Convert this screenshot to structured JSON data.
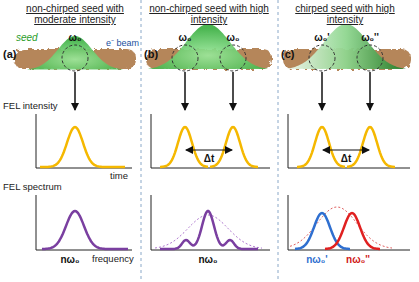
{
  "diagram": {
    "labels": [
      "non-chirped seed with moderate intensity",
      "non-chirped seed with high intensity",
      "chirped seed with high intensity",
      "(a)",
      "(b)",
      "(c)",
      "seed",
      "e⁻ beam",
      "ω₀",
      "ω₀",
      "ω₀",
      "ω₀'",
      "ω₀''",
      "FEL intensity",
      "time",
      "Δt",
      "Δt",
      "FEL spectrum",
      "frequency",
      "nω₀",
      "nω₀",
      "nω₀'",
      "nω₀''"
    ]
  }
}
